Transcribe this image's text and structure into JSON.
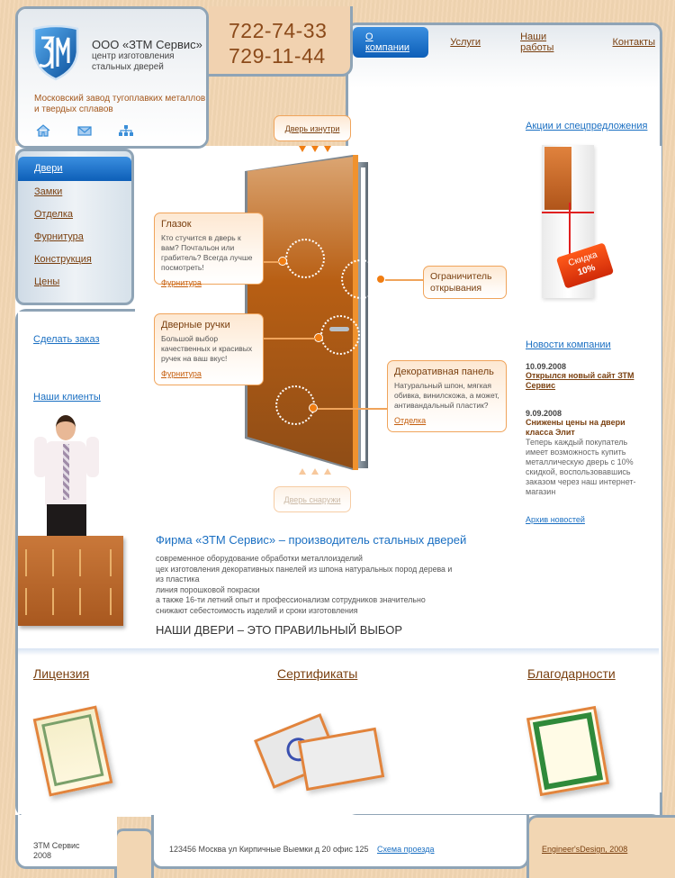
{
  "header": {
    "company_name": "ООО «ЗТМ Сервис»",
    "company_sub_line1": "центр изготовления",
    "company_sub_line2": "стальных дверей",
    "plant_line1": "Московский завод тугоплавких металлов",
    "plant_line2": "и твердых сплавов",
    "logo_text": "ЗТМ",
    "icons": [
      "home-icon",
      "mail-icon",
      "sitemap-icon"
    ],
    "phones": [
      "722-74-33",
      "729-11-44"
    ]
  },
  "top_nav": {
    "items": [
      {
        "label": "О компании",
        "active": true
      },
      {
        "label": "Услуги",
        "active": false
      },
      {
        "label": "Наши работы",
        "active": false
      },
      {
        "label": "Контакты",
        "active": false
      }
    ]
  },
  "side_menu": {
    "items": [
      {
        "label": "Двери",
        "active": true
      },
      {
        "label": "Замки",
        "active": false
      },
      {
        "label": "Отделка",
        "active": false
      },
      {
        "label": "Фурнитура",
        "active": false
      },
      {
        "label": "Конструкция",
        "active": false
      },
      {
        "label": "Цены",
        "active": false
      }
    ]
  },
  "left_links": {
    "order": "Сделать заказ",
    "clients": "Наши клиенты"
  },
  "door_diagram": {
    "inside_label": "Дверь изнутри",
    "outside_label": "Дверь снаружи",
    "callouts": [
      {
        "title": "Глазок",
        "text": "Кто стучится в дверь к вам? Почтальон или грабитель? Всегда лучше посмотреть!",
        "link": "Фурнитура"
      },
      {
        "title": "Дверные ручки",
        "text": "Большой выбор качественных и красивых ручек на ваш вкус!",
        "link": "Фурнитура"
      },
      {
        "title": "Ограничитель открывания",
        "text": "",
        "link": ""
      },
      {
        "title": "Декоративная панель",
        "text": "Натуральный шпон, мягкая обивка, винилскожа, а может, антивандальный пластик?",
        "link": "Отделка"
      }
    ],
    "colors": {
      "door": "#c0641a",
      "accent": "#f07d12",
      "callout_border": "#f0a45b"
    }
  },
  "about": {
    "heading": "Фирма «ЗТМ Сервис» – производитель стальных дверей",
    "lines": [
      "современное оборудование обработки металлоизделий",
      "цех изготовления декоративных панелей из шпона натуральных пород дерева и",
      "из пластика",
      "линия порошковой покраски",
      "а также 16-ти летний опыт и профессионализм сотрудников значительно",
      "снижают себестоимость изделий и сроки изготовления"
    ],
    "slogan": "НАШИ ДВЕРИ – ЭТО ПРАВИЛЬНЫЙ ВЫБОР"
  },
  "right_column": {
    "promo_link": "Акции и спецпредложения",
    "promo_tag_line1": "Скидка",
    "promo_tag_line2": "10%",
    "news_heading": "Новости компании",
    "news": [
      {
        "date": "10.09.2008",
        "title": "Открылся новый сайт ЗТМ Сервис",
        "text": ""
      },
      {
        "date": "9.09.2008",
        "title": "Снижены цены на двери класса Элит",
        "text": "Теперь каждый покупатель имеет возможность купить металлическую дверь с 10% скидкой, воспользовавшись заказом через наш интернет-магазин"
      }
    ],
    "archive_link": "Архив новостей"
  },
  "documents": {
    "sections": [
      {
        "title": "Лицензия"
      },
      {
        "title": "Сертификаты"
      },
      {
        "title": "Благодарности"
      }
    ]
  },
  "footer": {
    "company_line1": "ЗТМ Сервис",
    "company_line2": "2008",
    "address": "123456  Москва ул Кирпичные Выемки д 20 офис 125",
    "map_link": "Схема проезда",
    "credit": "Engineer'sDesign, 2008"
  },
  "colors": {
    "background": "#f2d6b3",
    "panel_border": "#8fa4b6",
    "active_blue": "#1a6fc2",
    "brown_link": "#7a4010",
    "phone": "#8b4a1a"
  }
}
